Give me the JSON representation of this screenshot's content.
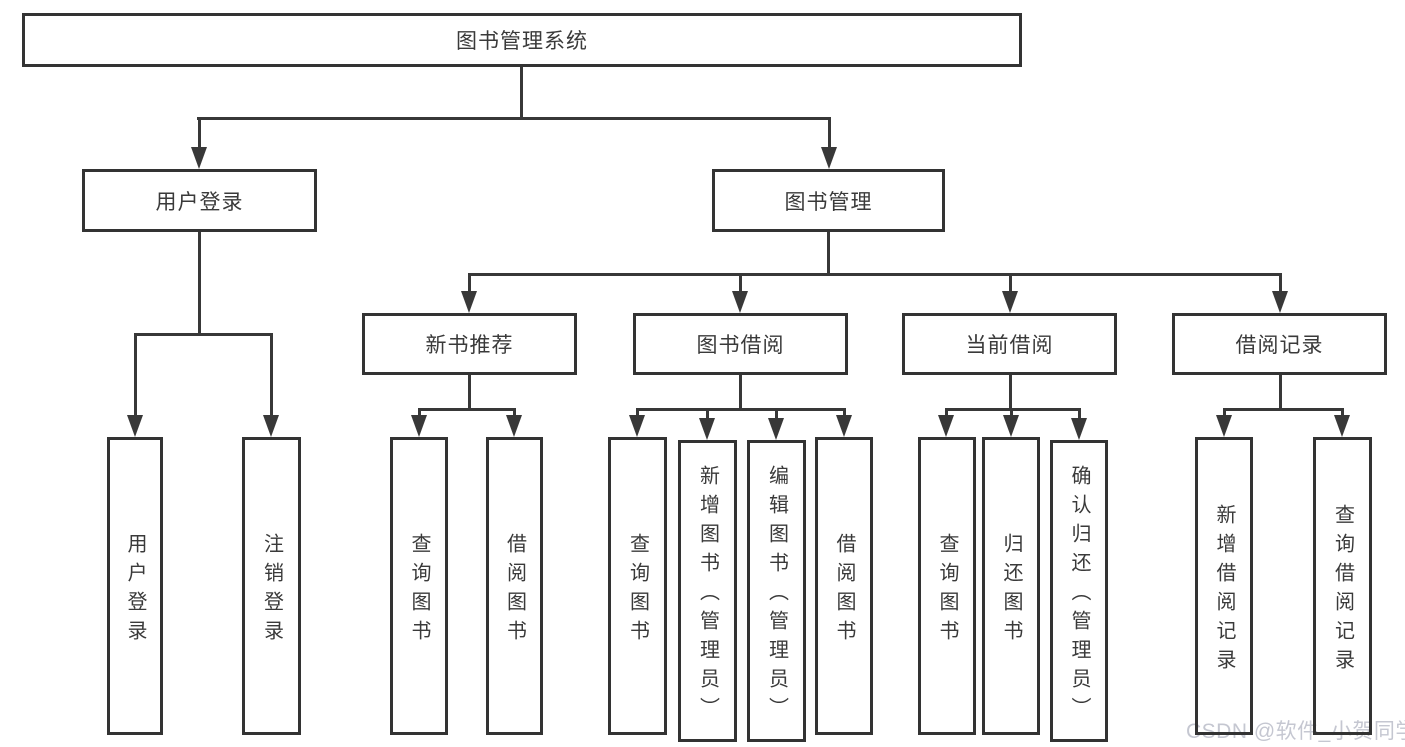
{
  "tree": {
    "root": {
      "label": "图书管理系统"
    },
    "branches": [
      {
        "label": "用户登录",
        "children": [
          {
            "label": "用户登录"
          },
          {
            "label": "注销登录"
          }
        ]
      },
      {
        "label": "图书管理",
        "children": [
          {
            "label": "新书推荐",
            "children": [
              {
                "label": "查询图书"
              },
              {
                "label": "借阅图书"
              }
            ]
          },
          {
            "label": "图书借阅",
            "children": [
              {
                "label": "查询图书"
              },
              {
                "label": "新增图书（管理员）"
              },
              {
                "label": "编辑图书（管理员）"
              },
              {
                "label": "借阅图书"
              }
            ]
          },
          {
            "label": "当前借阅",
            "children": [
              {
                "label": "查询图书"
              },
              {
                "label": "归还图书"
              },
              {
                "label": "确认归还（管理员）"
              }
            ]
          },
          {
            "label": "借阅记录",
            "children": [
              {
                "label": "新增借阅记录"
              },
              {
                "label": "查询借阅记录"
              }
            ]
          }
        ]
      }
    ]
  },
  "watermark": {
    "text": "CSDN @软件_小贺同学"
  },
  "colors": {
    "line": "#383838",
    "box_border": "#333333",
    "text": "#3a3a3a",
    "background": "#ffffff",
    "watermark": "#c5c7d1"
  }
}
